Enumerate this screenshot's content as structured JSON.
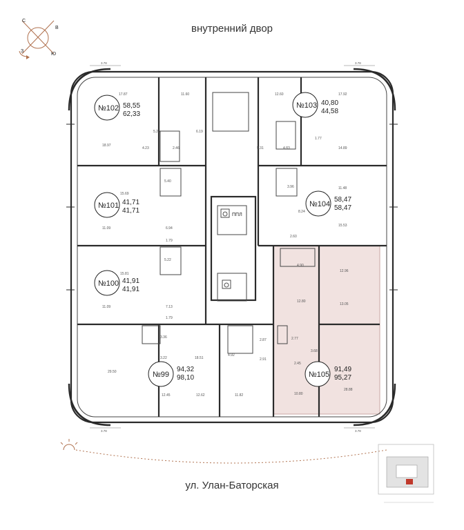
{
  "labels": {
    "courtyard": "внутренний двор",
    "street": "ул. Улан-Баторская",
    "elevator": "ППЛ"
  },
  "compass": [
    "С",
    "В",
    "Ю",
    "З"
  ],
  "dimensions": {
    "corner": "3.78"
  },
  "apartments": [
    {
      "number": "№102",
      "area_total": "58,55",
      "area_full": "62,33"
    },
    {
      "number": "№103",
      "area_total": "40,80",
      "area_full": "44,58"
    },
    {
      "number": "№101",
      "area_total": "41,71",
      "area_full": "41,71"
    },
    {
      "number": "№104",
      "area_total": "58,47",
      "area_full": "58,47"
    },
    {
      "number": "№100",
      "area_total": "41,91",
      "area_full": "41,91"
    },
    {
      "number": "№99",
      "area_total": "94,32",
      "area_full": "98,10"
    },
    {
      "number": "№105",
      "area_total": "91,49",
      "area_full": "95,27"
    }
  ],
  "room_areas": {
    "r1": "17.87",
    "r2": "11.60",
    "r3": "12.60",
    "r4": "17.92",
    "r5": "5.23",
    "r6": "6.19",
    "r7": "18.97",
    "r8": "4.23",
    "r9": "2.46",
    "r10": "5.31",
    "r11": "4.83",
    "r12": "1.77",
    "r13": "14.89",
    "r14": "5.40",
    "r15": "15.69",
    "r16": "11.09",
    "r17": "6.94",
    "r18": "1.79",
    "r19": "3.96",
    "r20": "11.48",
    "r21": "8.24",
    "r22": "15.53",
    "r23": "2.60",
    "r24": "5.22",
    "r25": "15.81",
    "r26": "11.09",
    "r27": "7.13",
    "r28": "1.79",
    "r29": "4.90",
    "r30": "12.96",
    "r31": "12.80",
    "r32": "13.05",
    "r33": "3.36",
    "r34": "2.87",
    "r35": "2.77",
    "r36": "3.22",
    "r37": "18.51",
    "r38": "4.92",
    "r39": "2.91",
    "r40": "3.68",
    "r41": "2.45",
    "r42": "29.50",
    "r43": "12.45",
    "r44": "12.62",
    "r45": "11.82",
    "r46": "10.80",
    "r47": "28.88"
  },
  "colors": {
    "highlight": "#f1e2e0",
    "highlight_stroke": "#c9a7a3",
    "wall": "#2a2a2a"
  }
}
